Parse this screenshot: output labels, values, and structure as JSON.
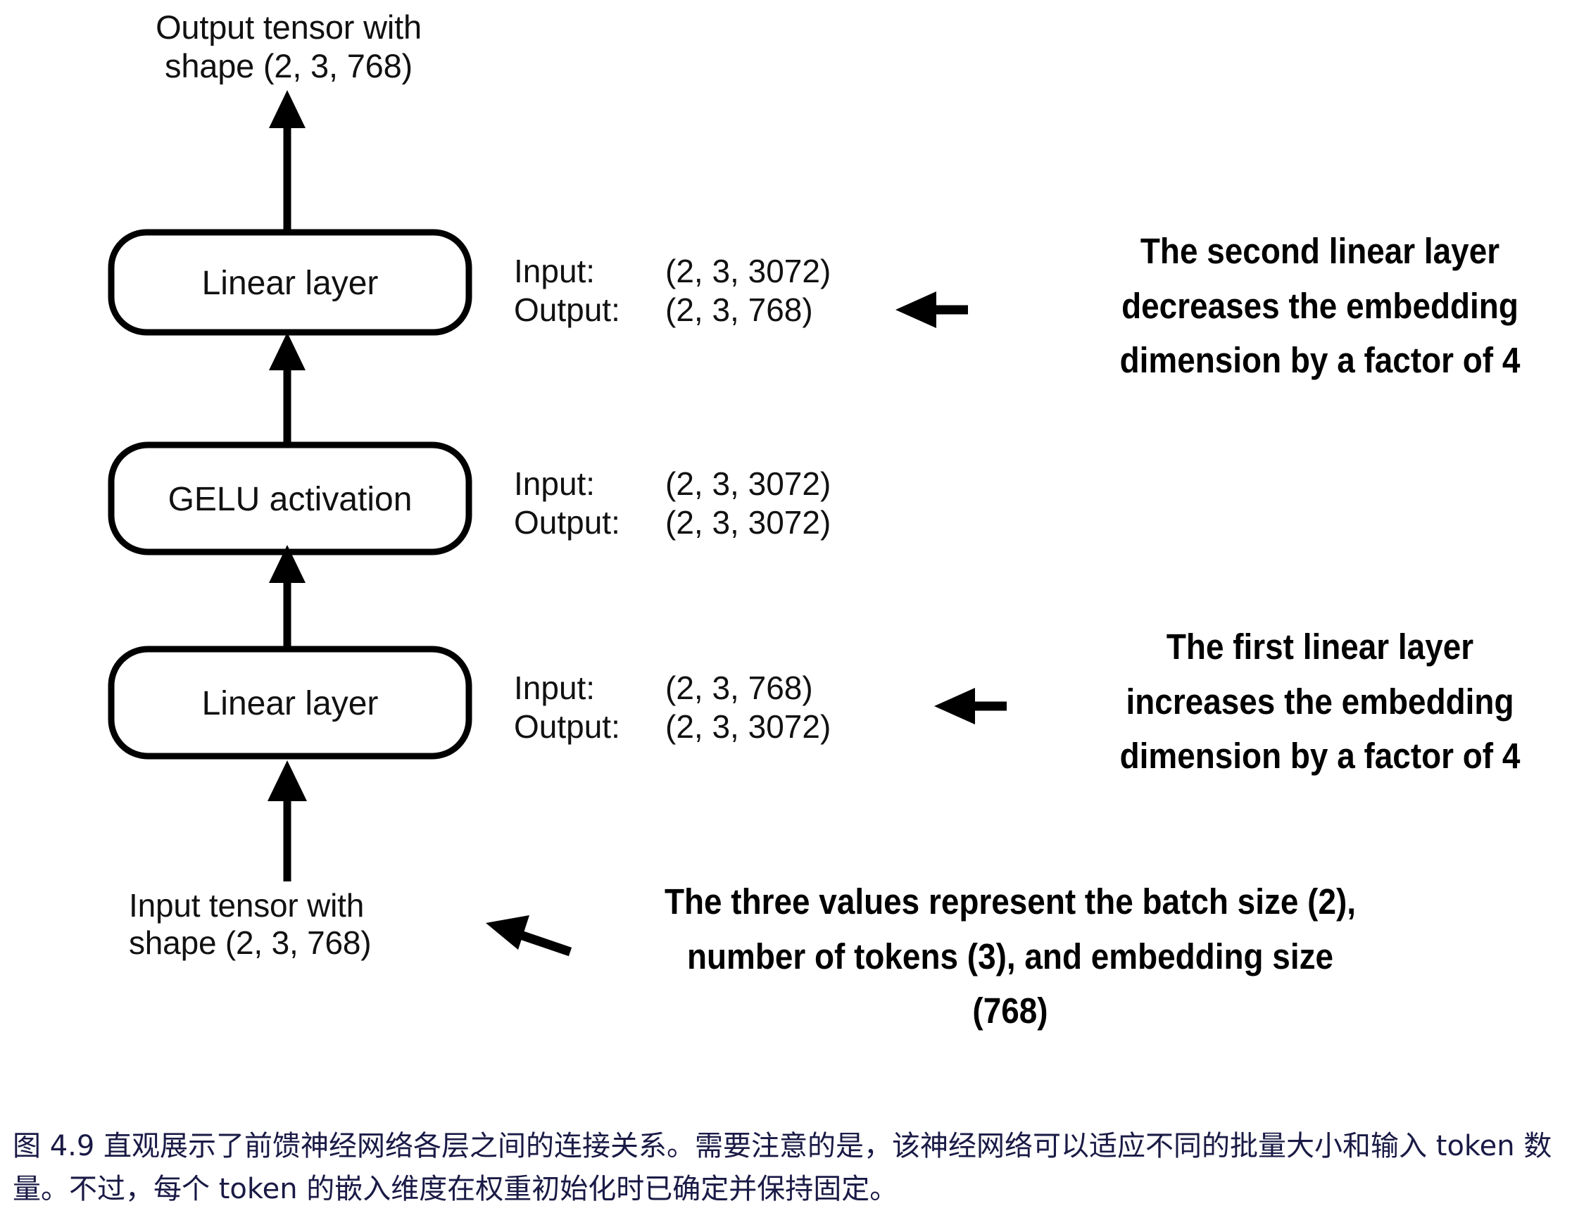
{
  "figure": {
    "top_tensor_label": "Output tensor with\nshape (2, 3, 768)",
    "bottom_tensor_label": "Input tensor with\nshape (2, 3, 768)",
    "blocks": [
      {
        "id": "linear-2",
        "label": "Linear layer"
      },
      {
        "id": "gelu",
        "label": "GELU activation"
      },
      {
        "id": "linear-1",
        "label": "Linear layer"
      }
    ],
    "io_specs": [
      {
        "for": "linear-2",
        "input_key": "Input:",
        "input_value": "(2, 3, 3072)",
        "output_key": "Output:",
        "output_value": "(2, 3, 768)"
      },
      {
        "for": "gelu",
        "input_key": "Input:",
        "input_value": "(2, 3, 3072)",
        "output_key": "Output:",
        "output_value": "(2, 3, 3072)"
      },
      {
        "for": "linear-1",
        "input_key": "Input:",
        "input_value": "(2, 3, 768)",
        "output_key": "Output:",
        "output_value": "(2, 3, 3072)"
      }
    ],
    "annotations": [
      {
        "id": "second-linear-note",
        "lines": [
          "The second linear layer",
          "decreases the embedding",
          "dimension by a factor of 4"
        ]
      },
      {
        "id": "first-linear-note",
        "lines": [
          "The first linear layer",
          "increases the embedding",
          "dimension by a factor of 4"
        ]
      },
      {
        "id": "three-values-note",
        "lines": [
          "The three values represent the batch size (2),",
          "number of tokens (3), and embedding size",
          "(768)"
        ]
      }
    ]
  },
  "caption": {
    "text": "图 4.9 直观展示了前馈神经网络各层之间的连接关系。需要注意的是，该神经网络可以适应不同的批量大小和输入 token 数量。不过，每个 token 的嵌入维度在权重初始化时已确定并保持固定。"
  },
  "colors": {
    "ink": "#111111",
    "stroke": "#000000",
    "caption": "#1a1a46",
    "background": "#ffffff"
  }
}
